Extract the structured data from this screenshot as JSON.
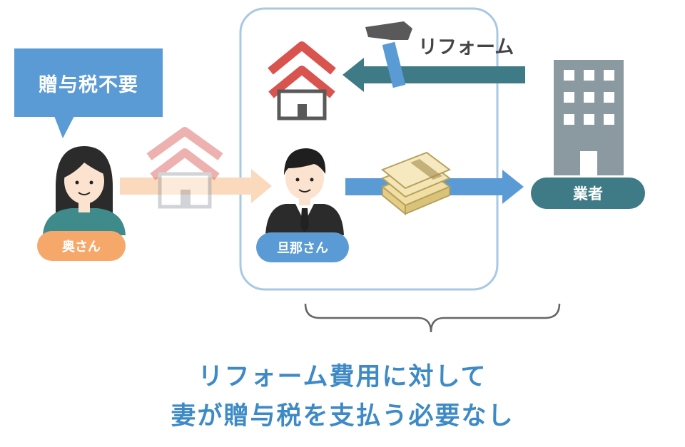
{
  "speech_bubble": {
    "text": "贈与税不要"
  },
  "people": {
    "wife": {
      "label": "奥さん"
    },
    "husband": {
      "label": "旦那さん"
    },
    "vendor": {
      "label": "業者"
    }
  },
  "reform_label": "リフォーム",
  "conclusion": {
    "line1": "リフォーム費用に対して",
    "line2": "妻が贈与税を支払う必要なし"
  },
  "colors": {
    "blue": "#5b9bd5",
    "orange": "#f6a86b",
    "teal": "#3f7b86",
    "text_blue": "#3d8ac6",
    "house_red": "#d9534f",
    "building_gray": "#8b9aa1"
  },
  "icons": [
    "house-icon",
    "faded-house-icon",
    "hammer-icon",
    "building-icon",
    "money-icon",
    "wife-icon",
    "husband-icon"
  ]
}
